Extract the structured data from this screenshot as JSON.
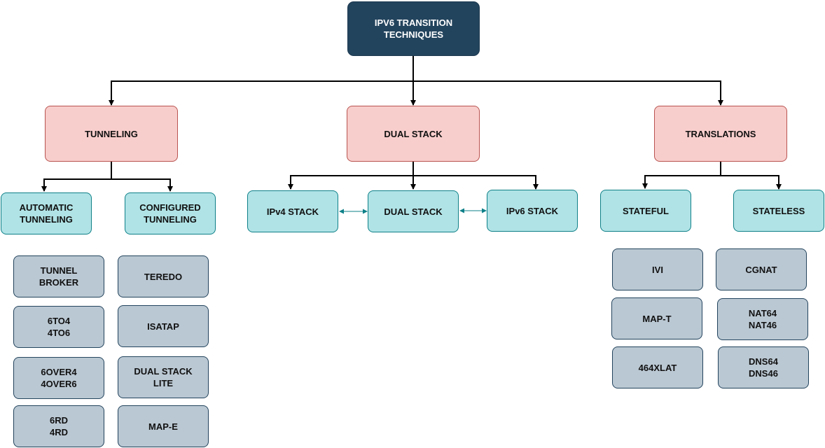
{
  "root": "IPV6 TRANSITION\nTECHNIQUES",
  "categories": {
    "tunneling": "TUNNELING",
    "dual_stack": "DUAL STACK",
    "translations": "TRANSLATIONS"
  },
  "tunneling": {
    "automatic": "AUTOMATIC\nTUNNELING",
    "configured": "CONFIGURED\nTUNNELING",
    "automatic_items": [
      "TUNNEL\nBROKER",
      "6TO4\n4TO6",
      "6OVER4\n4OVER6",
      "6RD\n4RD"
    ],
    "configured_items": [
      "TEREDO",
      "ISATAP",
      "DUAL STACK\nLITE",
      "MAP-E"
    ]
  },
  "dual_stack": {
    "ipv4": "IPv4 STACK",
    "dual": "DUAL STACK",
    "ipv6": "IPv6 STACK"
  },
  "translations": {
    "stateful": "STATEFUL",
    "stateless": "STATELESS",
    "stateful_items": [
      "IVI",
      "MAP-T",
      "464XLAT"
    ],
    "stateless_items": [
      "CGNAT",
      "NAT64\nNAT46",
      "DNS64\nDNS46"
    ]
  },
  "colors": {
    "root_fill": "#23445d",
    "category_fill": "#f8cecc",
    "category_stroke": "#b85450",
    "sub_fill": "#b0e3e6",
    "sub_stroke": "#0e8088",
    "leaf_fill": "#bac8d3",
    "leaf_stroke": "#23445d",
    "connector": "#000000",
    "bidirectional_arrow": "#0e8088"
  }
}
